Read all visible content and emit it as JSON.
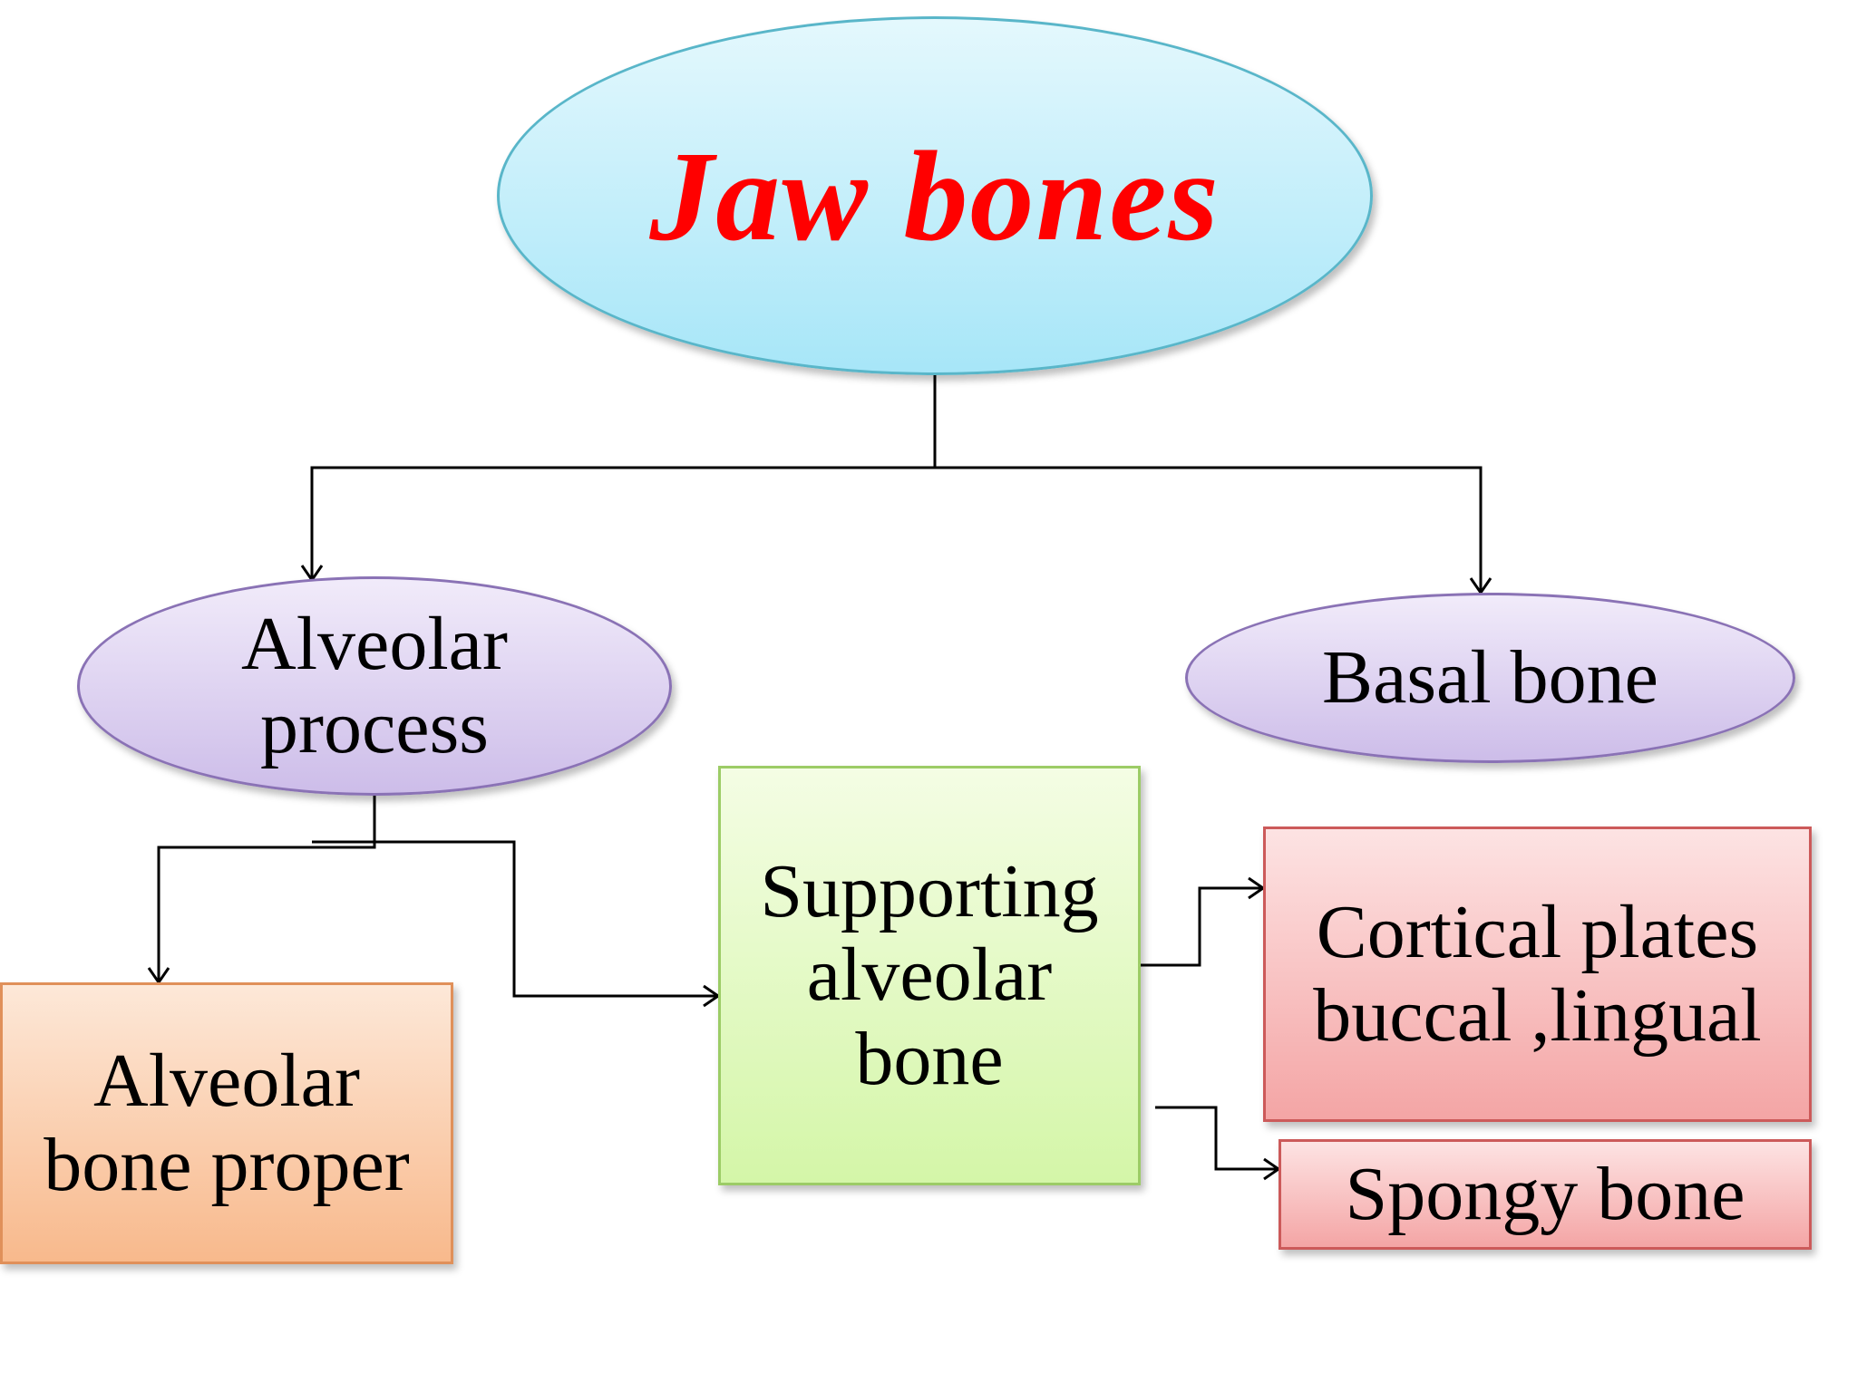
{
  "diagram": {
    "root": {
      "label": "Jaw bones",
      "color": "#ff0000"
    },
    "alveolar_process": {
      "lines": [
        "Alveolar",
        "process"
      ]
    },
    "basal_bone": {
      "label": "Basal bone"
    },
    "alveolar_bone_proper": {
      "lines": [
        "Alveolar",
        "bone proper"
      ]
    },
    "supporting_bone": {
      "lines": [
        "Supporting",
        "alveolar",
        "bone"
      ]
    },
    "cortical_plates": {
      "lines": [
        "Cortical plates",
        "buccal ,lingual"
      ]
    },
    "spongy_bone": {
      "label": "Spongy bone"
    },
    "edges": [
      {
        "from": "root",
        "to": "alveolar_process"
      },
      {
        "from": "root",
        "to": "basal_bone"
      },
      {
        "from": "alveolar_process",
        "to": "alveolar_bone_proper"
      },
      {
        "from": "alveolar_process",
        "to": "supporting_bone"
      },
      {
        "from": "supporting_bone",
        "to": "cortical_plates"
      },
      {
        "from": "supporting_bone",
        "to": "spongy_bone"
      }
    ]
  }
}
